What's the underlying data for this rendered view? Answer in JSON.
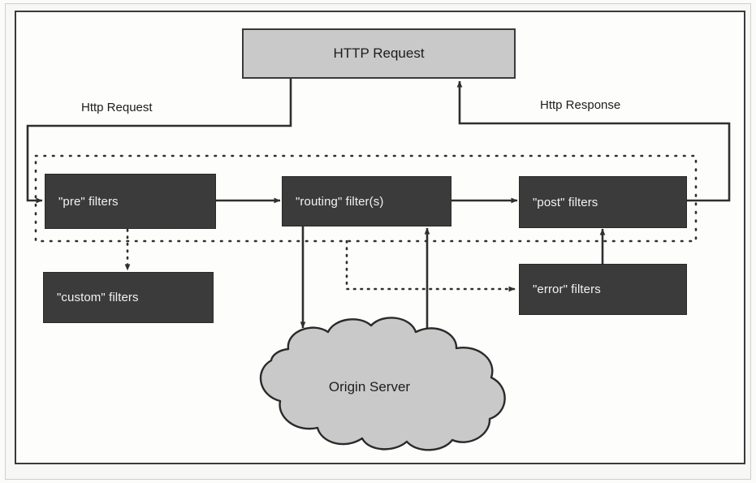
{
  "diagram": {
    "title": "HTTP Request",
    "type": "flow-diagram",
    "colors": {
      "filter_fill": "#3b3b3b",
      "filter_text": "#f2f2f2",
      "http_box_fill": "#c9c9c9",
      "cloud_fill": "#c9c9c9",
      "line": "#2f2f2f",
      "frame": "#3a3a3a",
      "page_background": "#fdfdfc"
    },
    "nodes": {
      "http_request": {
        "label": "HTTP Request",
        "shape": "rectangle"
      },
      "pre_filters": {
        "label": "\"pre\" filters",
        "shape": "rectangle"
      },
      "routing_filters": {
        "label": "\"routing\" filter(s)",
        "shape": "rectangle"
      },
      "post_filters": {
        "label": "\"post\" filters",
        "shape": "rectangle"
      },
      "custom_filters": {
        "label": "\"custom\" filters",
        "shape": "rectangle"
      },
      "error_filters": {
        "label": "\"error\" filters",
        "shape": "rectangle"
      },
      "origin_server": {
        "label": "Origin Server",
        "shape": "cloud"
      }
    },
    "edge_labels": {
      "http_request_flow": "Http Request",
      "http_response_flow": "Http Response"
    },
    "edges": [
      {
        "from": "http_request",
        "to": "pre_filters",
        "style": "solid",
        "label": "Http Request"
      },
      {
        "from": "pre_filters",
        "to": "routing_filters",
        "style": "solid",
        "label": ""
      },
      {
        "from": "routing_filters",
        "to": "post_filters",
        "style": "solid",
        "label": ""
      },
      {
        "from": "post_filters",
        "to": "http_request",
        "style": "solid",
        "label": "Http Response"
      },
      {
        "from": "pre_filters",
        "to": "custom_filters",
        "style": "dotted",
        "label": ""
      },
      {
        "from": "routing_filters",
        "to": "origin_server",
        "style": "solid",
        "label": ""
      },
      {
        "from": "origin_server",
        "to": "routing_filters",
        "style": "solid",
        "label": ""
      },
      {
        "from": "error_filters",
        "to": "post_filters",
        "style": "solid",
        "label": ""
      },
      {
        "from": "filter_boundary",
        "to": "error_filters",
        "style": "dotted",
        "label": ""
      }
    ]
  }
}
